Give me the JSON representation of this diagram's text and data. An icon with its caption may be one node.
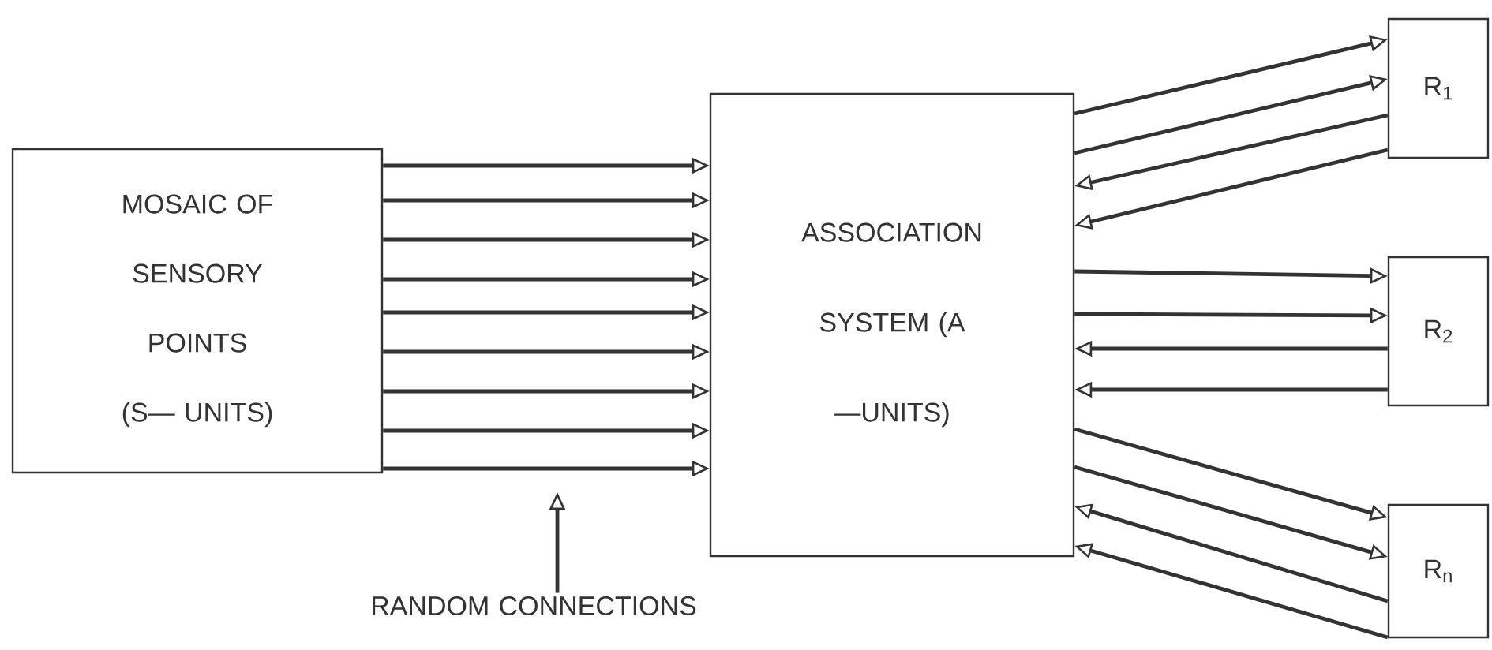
{
  "diagram": {
    "nodes": [
      {
        "text": [
          "MOSAIC OF SENSORY POINTS (S— UNITS)"
        ]
      },
      {
        "text": [
          "ASSOCIATION SYSTEM (A —UNITS)"
        ]
      },
      {
        "text": [
          "R$_{1}$"
        ]
      },
      {
        "text": [
          "R$_{2}$"
        ]
      },
      {
        "text": [
          "R$_{n}$"
        ]
      },
      {
        "text": [
          "RANDOM CONNECTIONS"
        ]
      }
    ],
    "edges": [
      {
        "from": 0,
        "to": 1,
        "arrow": "to"
      },
      {
        "from": 0,
        "to": 1,
        "arrow": "to"
      },
      {
        "from": 0,
        "to": 1,
        "arrow": "to"
      },
      {
        "from": 0,
        "to": 1,
        "arrow": "to"
      },
      {
        "from": 0,
        "to": 1,
        "arrow": "to"
      },
      {
        "from": 0,
        "to": 1,
        "arrow": "to"
      },
      {
        "from": 0,
        "to": 1,
        "arrow": "to"
      },
      {
        "from": 0,
        "to": 1,
        "arrow": "to"
      },
      {
        "from": 0,
        "to": 1,
        "arrow": "to"
      },
      {
        "from": 1,
        "to": 2,
        "arrow": "to"
      },
      {
        "from": 1,
        "to": 2,
        "arrow": "to"
      },
      {
        "from": 2,
        "to": 1,
        "arrow": "to"
      },
      {
        "from": 2,
        "to": 1,
        "arrow": "to"
      },
      {
        "from": 1,
        "to": 3,
        "arrow": "to"
      },
      {
        "from": 1,
        "to": 3,
        "arrow": "to"
      },
      {
        "from": 3,
        "to": 1,
        "arrow": "to"
      },
      {
        "from": 3,
        "to": 1,
        "arrow": "to"
      },
      {
        "from": 1,
        "to": 4,
        "arrow": "to"
      },
      {
        "from": 1,
        "to": 4,
        "arrow": "to"
      },
      {
        "from": 4,
        "to": 1,
        "arrow": "to"
      },
      {
        "from": 4,
        "to": 1,
        "arrow": "to"
      },
      {
        "from": 5,
        "to": null,
        "arrow": "to"
      }
    ]
  }
}
